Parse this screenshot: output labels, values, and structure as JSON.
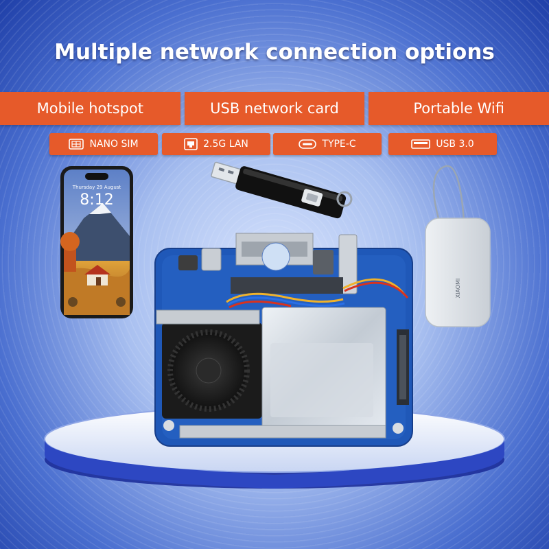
{
  "headline": "Multiple network connection options",
  "options": [
    "Mobile hotspot",
    "USB network card",
    "Portable Wifi"
  ],
  "ports": [
    {
      "label": "NANO SIM",
      "icon": "sim-card-icon"
    },
    {
      "label": "2.5G LAN",
      "icon": "ethernet-port-icon"
    },
    {
      "label": "TYPE-C",
      "icon": "usb-c-port-icon"
    },
    {
      "label": "USB 3.0",
      "icon": "usb-port-icon"
    }
  ],
  "phone": {
    "date": "Thursday 29 August",
    "time": "8:12"
  },
  "powerbank": {
    "brand": "XIAOMI"
  },
  "colors": {
    "accent": "#e65a2a",
    "background": "#3a5fc8",
    "text": "#ffffff"
  }
}
